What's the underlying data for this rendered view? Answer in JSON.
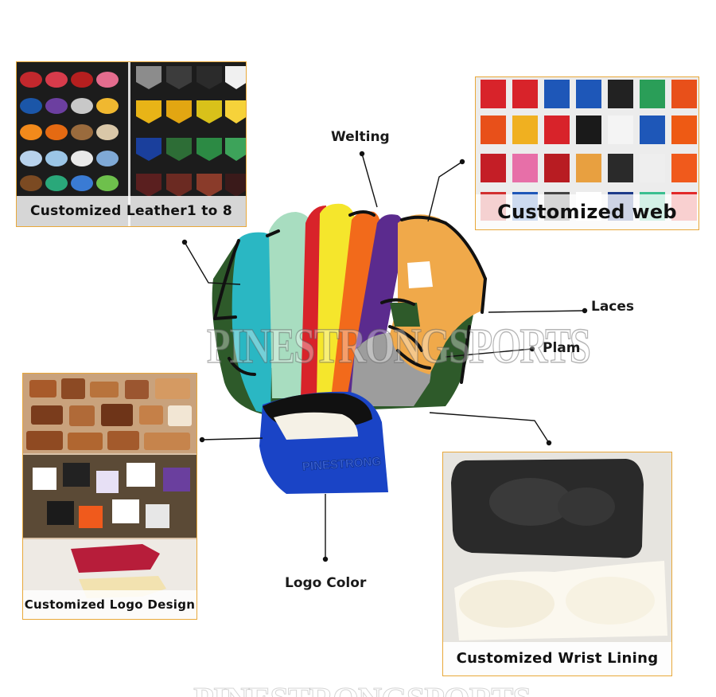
{
  "watermark": "PINESTRONGSPORTS",
  "panels": {
    "leather": {
      "caption": "Customized Leather1 to 8"
    },
    "web": {
      "caption": "Customized web"
    },
    "logo": {
      "caption": "Customized Logo Design"
    },
    "wrist": {
      "caption": "Customized Wrist Lining"
    }
  },
  "callouts": {
    "welting": "Welting",
    "laces": "Laces",
    "plam": "Plam",
    "logo_color": "Logo Color"
  },
  "glove": {
    "wrist_logo": "PINESTRONG",
    "finger_colors": [
      "#2ab7c3",
      "#a8ddc0",
      "#d8232a",
      "#f5e62c",
      "#f26a1b",
      "#5b2b8e"
    ],
    "web_color": "#f0a94a",
    "palm_color": "#9d9d9d",
    "back_color": "#2e5a2a",
    "wrist_color": "#1a44c6",
    "lace_color": "#111111"
  },
  "colors": {
    "accent_border": "#e8a83a"
  }
}
